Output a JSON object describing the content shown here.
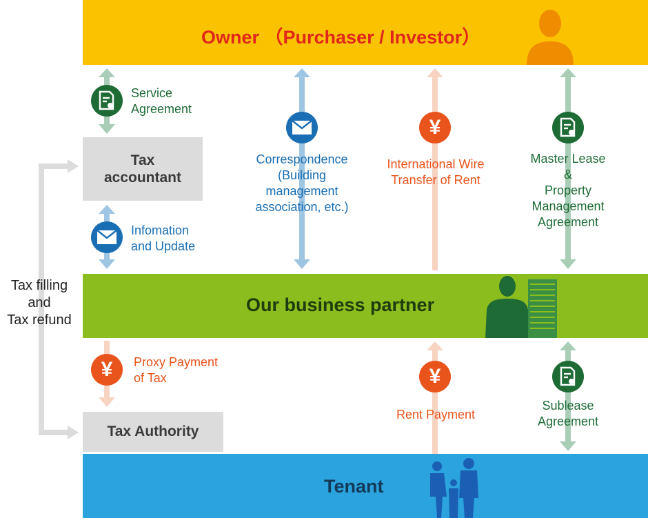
{
  "owner": {
    "title": "Owner （Purchaser / Investor）",
    "icon": "person-silhouette-icon"
  },
  "partner": {
    "title": "Our business partner",
    "icon": "businessman-building-icon"
  },
  "tenant": {
    "title": "Tenant",
    "icon": "family-icon"
  },
  "boxes": {
    "tax_accountant_line1": "Tax",
    "tax_accountant_line2": "accountant",
    "tax_authority": "Tax Authority"
  },
  "left_label": {
    "line1": "Tax filling",
    "line2": "and",
    "line3": "Tax refund"
  },
  "flows": {
    "service_agreement": {
      "line1": "Service",
      "line2": "Agreement",
      "icon": "document-certificate-icon"
    },
    "information_update": {
      "line1": "Infomation",
      "line2": "and Update",
      "icon": "envelope-icon"
    },
    "correspondence": {
      "line1": "Correspondence",
      "line2": "(Building",
      "line3": "management",
      "line4": "association, etc.)",
      "icon": "envelope-icon"
    },
    "wire_transfer": {
      "line1": "International Wire",
      "line2": "Transfer of Rent",
      "icon": "yen-icon"
    },
    "master_lease": {
      "line1": "Master Lease",
      "line2": "&",
      "line3": "Property",
      "line4": "Management",
      "line5": "Agreement",
      "icon": "document-certificate-icon"
    },
    "proxy_payment": {
      "line1": "Proxy Payment",
      "line2": "of Tax",
      "icon": "yen-icon"
    },
    "rent_payment": {
      "line1": "Rent Payment",
      "icon": "yen-icon"
    },
    "sublease": {
      "line1": "Sublease",
      "line2": "Agreement",
      "icon": "document-certificate-icon"
    }
  },
  "colors": {
    "owner": "#fbc200",
    "partner": "#8cbd1f",
    "tenant": "#2aa3de",
    "green": "#1e6b35",
    "blue": "#1a6fb4",
    "orange": "#e8541c"
  }
}
